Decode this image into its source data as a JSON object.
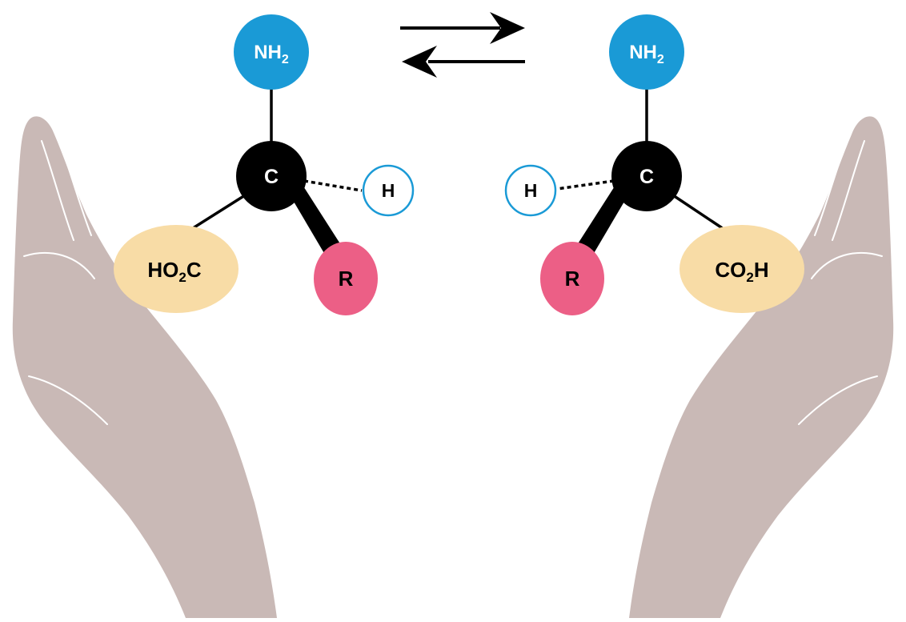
{
  "colors": {
    "amine": "#1a9ad6",
    "carbon": "#000000",
    "hydrogen_ring": "#1a9ad6",
    "acid": "#f8dca6",
    "r_group": "#ec5f86",
    "hand": "#c9b9b6",
    "hand_line": "#ffffff",
    "ink": "#000000",
    "label_light": "#ffffff"
  },
  "left_molecule": {
    "amine": {
      "main": "NH",
      "sub": "2"
    },
    "carbon": {
      "label": "C"
    },
    "hydrogen": {
      "label": "H"
    },
    "acid": {
      "pre": "HO",
      "sub": "2",
      "post": "C"
    },
    "r_group": {
      "label": "R"
    }
  },
  "right_molecule": {
    "amine": {
      "main": "NH",
      "sub": "2"
    },
    "carbon": {
      "label": "C"
    },
    "hydrogen": {
      "label": "H"
    },
    "acid": {
      "pre": "CO",
      "sub": "2",
      "post": "H"
    },
    "r_group": {
      "label": "R"
    }
  },
  "equilibrium_arrows": {
    "forward_icon": "arrow-right-icon",
    "reverse_icon": "arrow-left-icon"
  },
  "hands": {
    "left_icon": "left-hand-icon",
    "right_icon": "right-hand-icon"
  }
}
